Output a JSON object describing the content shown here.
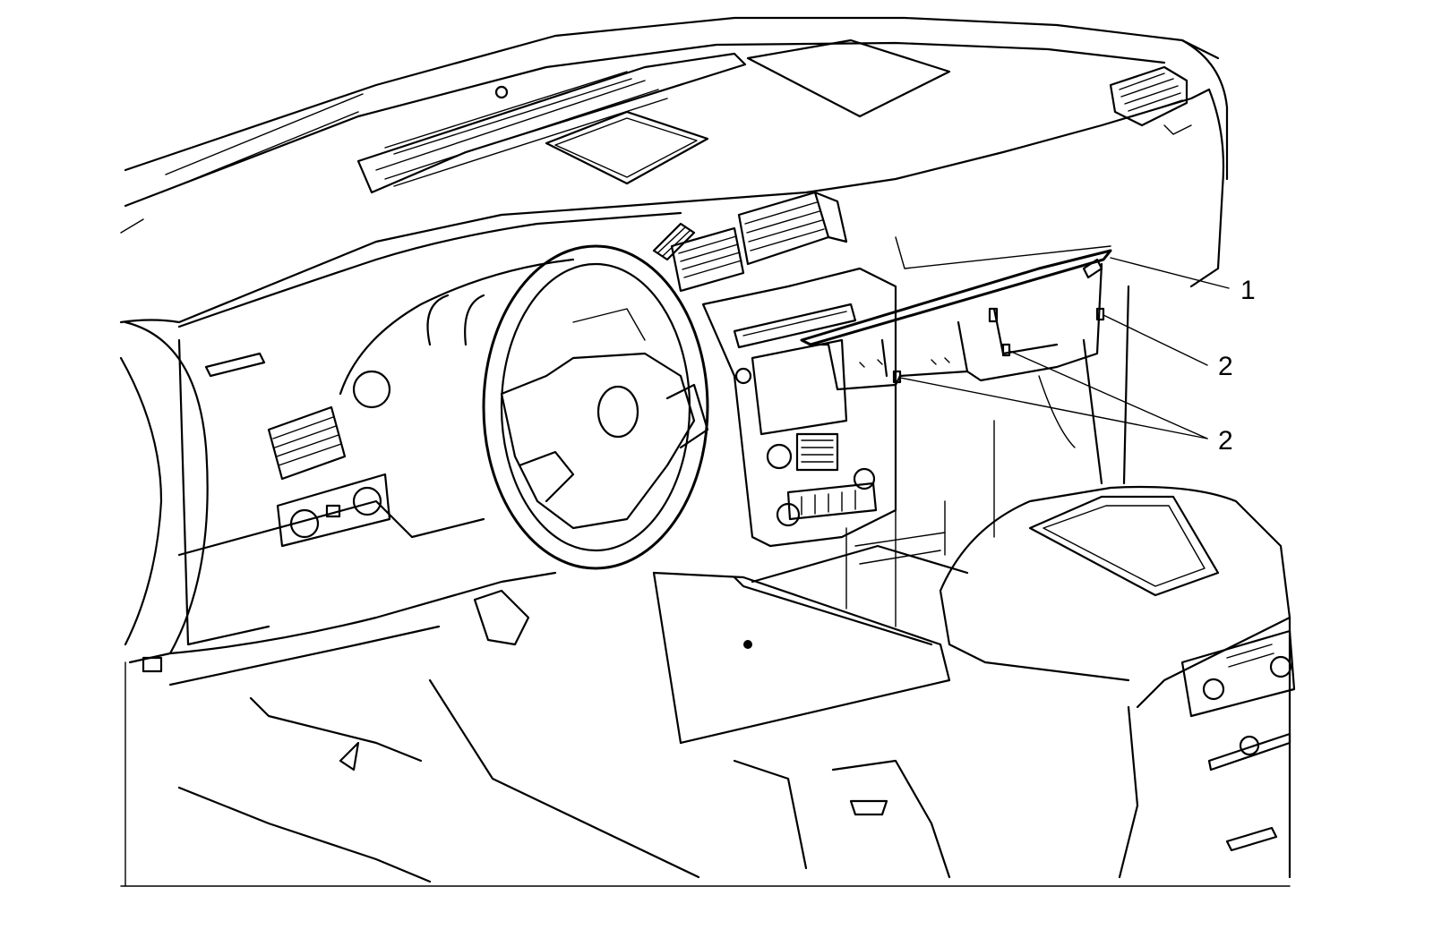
{
  "callouts": [
    {
      "label": "1"
    },
    {
      "label": "2"
    },
    {
      "label": "2"
    }
  ]
}
